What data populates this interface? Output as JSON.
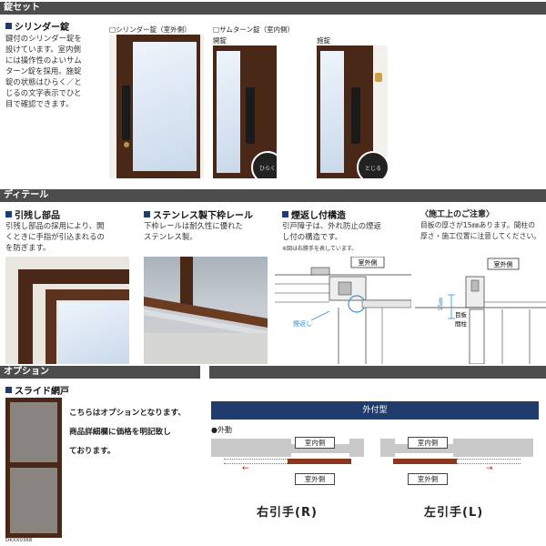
{
  "sections": {
    "lock_set": "錠セット",
    "detail": "ディテール",
    "option": "オプション"
  },
  "lock": {
    "title": "シリンダー錠",
    "desc_lines": [
      "鍵付のシリンダー錠を",
      "設けています。室内側",
      "には操作性のよいサム",
      "ターン錠を採用。施錠",
      "錠の状態はひらく／と",
      "じるの文字表示でひと",
      "目で確認できます。"
    ],
    "cap_outdoor": "□シリンダー錠（室外側）",
    "cap_indoor": "□サムターン錠（室内側）",
    "cap_open": "開錠",
    "cap_lock": "施錠",
    "indicator_open": "ひらく",
    "indicator_lock": "とじる"
  },
  "detail": {
    "pull": {
      "title": "引残し部品",
      "lines": [
        "引残し部品の採用により、開",
        "くときに手指が引込まれるの",
        "を防ぎます。"
      ]
    },
    "rail": {
      "title": "ステンレス製下枠レール",
      "lines": [
        "下枠レールは耐久性に優れた",
        "ステンレス製。"
      ]
    },
    "anti": {
      "title": "煙返し付構造",
      "lines": [
        "引戸障子は、外れ防止の煙返",
        "し付の構造です。"
      ],
      "note": "※図は右勝手を表しています。",
      "label_outside": "室外側",
      "label_smoke": "煙返し"
    },
    "caution": {
      "title": "〈施工上のご注意〉",
      "lines": [
        "目板の厚さが15㎜あります。間柱の",
        "厚さ・施工位置に注意してください。"
      ],
      "label_outside": "室外側",
      "label_15": "15㎜",
      "label_meita": "目板",
      "label_mabashira": "間柱"
    }
  },
  "option": {
    "title": "スライド網戸",
    "lines": [
      "こちらはオプションとなります、",
      "商品詳細欄に価格を明記致し",
      "ております。"
    ],
    "code": "DKXX0368",
    "banner": "外付型",
    "motion": "●外動",
    "outside": "室外側",
    "inside": "室内側",
    "right": "右引手(R)",
    "left": "左引手(L)",
    "arrow_left": "←",
    "arrow_right": "→"
  }
}
